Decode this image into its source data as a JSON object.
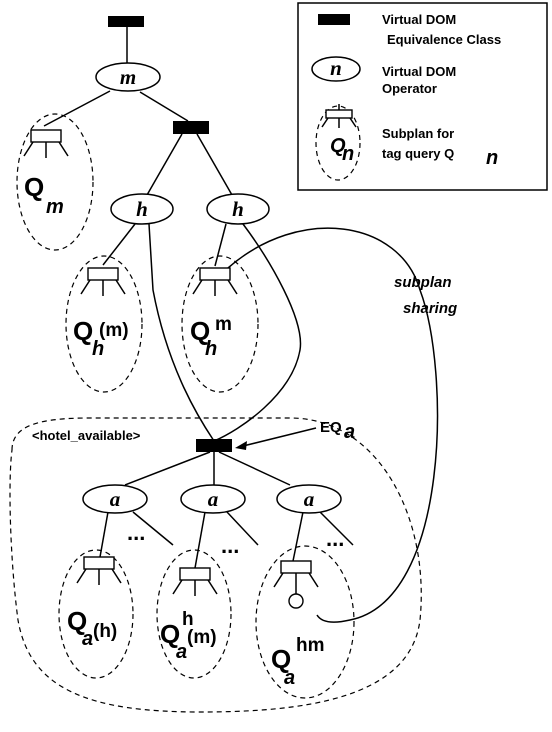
{
  "legend": {
    "eq_class": "Virtual DOM Equivalence Class",
    "eq_class_line1": "Virtual DOM",
    "eq_class_line2": "Equivalence Class",
    "operator_symbol": "n",
    "operator_line1": "Virtual DOM",
    "operator_line2": "Operator",
    "subplan_line1": "Subplan for",
    "subplan_line2": "tag query Q",
    "subplan_q": "Q",
    "subplan_sub": "n",
    "subplan_line2_sub": "n"
  },
  "operators": {
    "m": "m",
    "h": "h",
    "a": "a"
  },
  "subplans": {
    "q_m": {
      "base": "Q",
      "sub": "m",
      "sup": "",
      "par": ""
    },
    "q_h_m": {
      "base": "Q",
      "sub": "h",
      "sup": "",
      "par": "(m)"
    },
    "q_h_sup_m": {
      "base": "Q",
      "sub": "h",
      "sup": "m",
      "par": ""
    },
    "q_a_h": {
      "base": "Q",
      "sub": "a",
      "sup": "",
      "par": "(h)"
    },
    "q_a_h_m": {
      "base": "Q",
      "sub": "a",
      "sup": "h",
      "par": "(m)"
    },
    "q_a_hm": {
      "base": "Q",
      "sub": "a",
      "sup": "hm",
      "par": ""
    }
  },
  "annotations": {
    "sharing_line1": "subplan",
    "sharing_line2": "sharing",
    "hotel": "<hotel_available>",
    "eq_label": "EQ",
    "eq_sub": "a",
    "ellipsis": "..."
  }
}
